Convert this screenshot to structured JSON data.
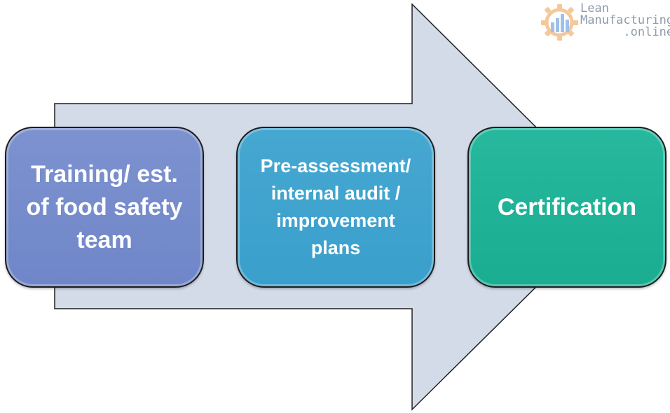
{
  "diagram": {
    "steps": [
      {
        "label": "Training/ est.\nof food safety\nteam",
        "color": "#7189cb"
      },
      {
        "label": "Pre-assessment/\ninternal audit /\nimprovement\nplans",
        "color": "#3ea2ce"
      },
      {
        "label": "Certification",
        "color": "#1db297"
      }
    ],
    "arrow_color": "#d4dbe8"
  },
  "logo": {
    "line1": "Lean",
    "line2": "Manufacturing",
    "line3": ".online",
    "icon": "gear-chart-icon"
  }
}
